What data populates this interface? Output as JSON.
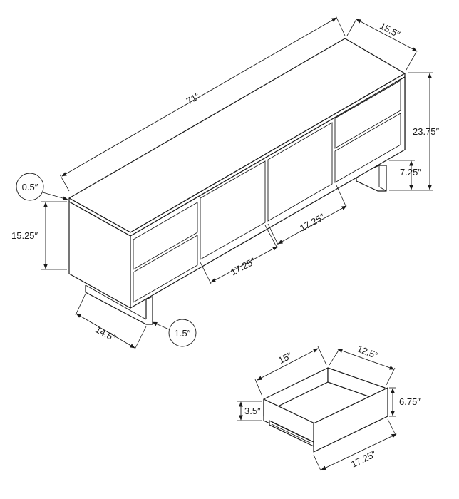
{
  "dimensions": {
    "width": "71″",
    "depth": "15.5″",
    "height": "23.75″",
    "top_thickness": "0.5″",
    "cabinet_height": "15.25″",
    "leg_height": "7.25″",
    "door_width_left": "17.25″",
    "door_width_right": "17.25″",
    "leg_depth": "14.5″",
    "leg_thickness": "1.5″"
  },
  "drawer": {
    "width": "15″",
    "depth": "12.5″",
    "inner_height": "3.5″",
    "front_height": "6.75″",
    "front_width": "17.25″"
  },
  "colors": {
    "line": "#1a1a1a",
    "background": "#ffffff"
  }
}
